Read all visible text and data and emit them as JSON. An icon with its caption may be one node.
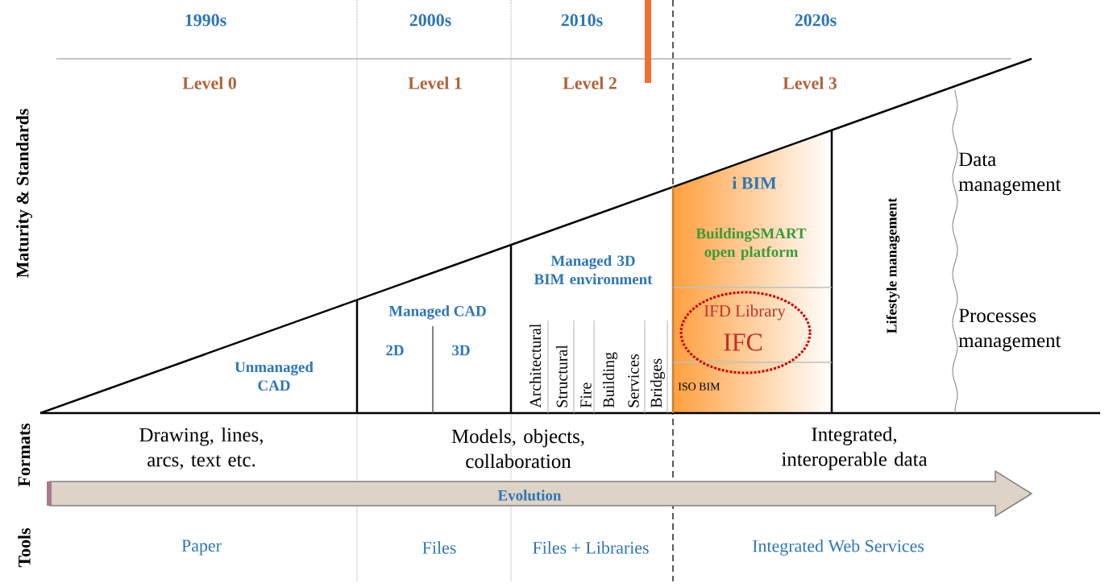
{
  "diagram": {
    "labels": [
      "1990s",
      "2000s",
      "2010s",
      "2020s",
      "Level 0",
      "Level 1",
      "Level 2",
      "Level 3",
      "Maturity & Standards",
      "i BIM",
      "Data management",
      "BuildingSMART open platform",
      "Managed 3D BIM environment",
      "Lifestyle management",
      "Managed CAD",
      "IFD Library",
      "Processes management",
      "IFC",
      "2D",
      "3D",
      "Unmanaged CAD",
      "Architectural",
      "Structural",
      "Fire",
      "Building",
      "Services",
      "Bridges",
      "ISO BIM",
      "Formats",
      "Drawing, lines, arcs, text etc.",
      "Models, objects, collaboration",
      "Integrated, interoperable data",
      "Evolution",
      "Tools",
      "Paper",
      "Files",
      "Files + Libraries",
      "Integrated Web Services"
    ]
  }
}
